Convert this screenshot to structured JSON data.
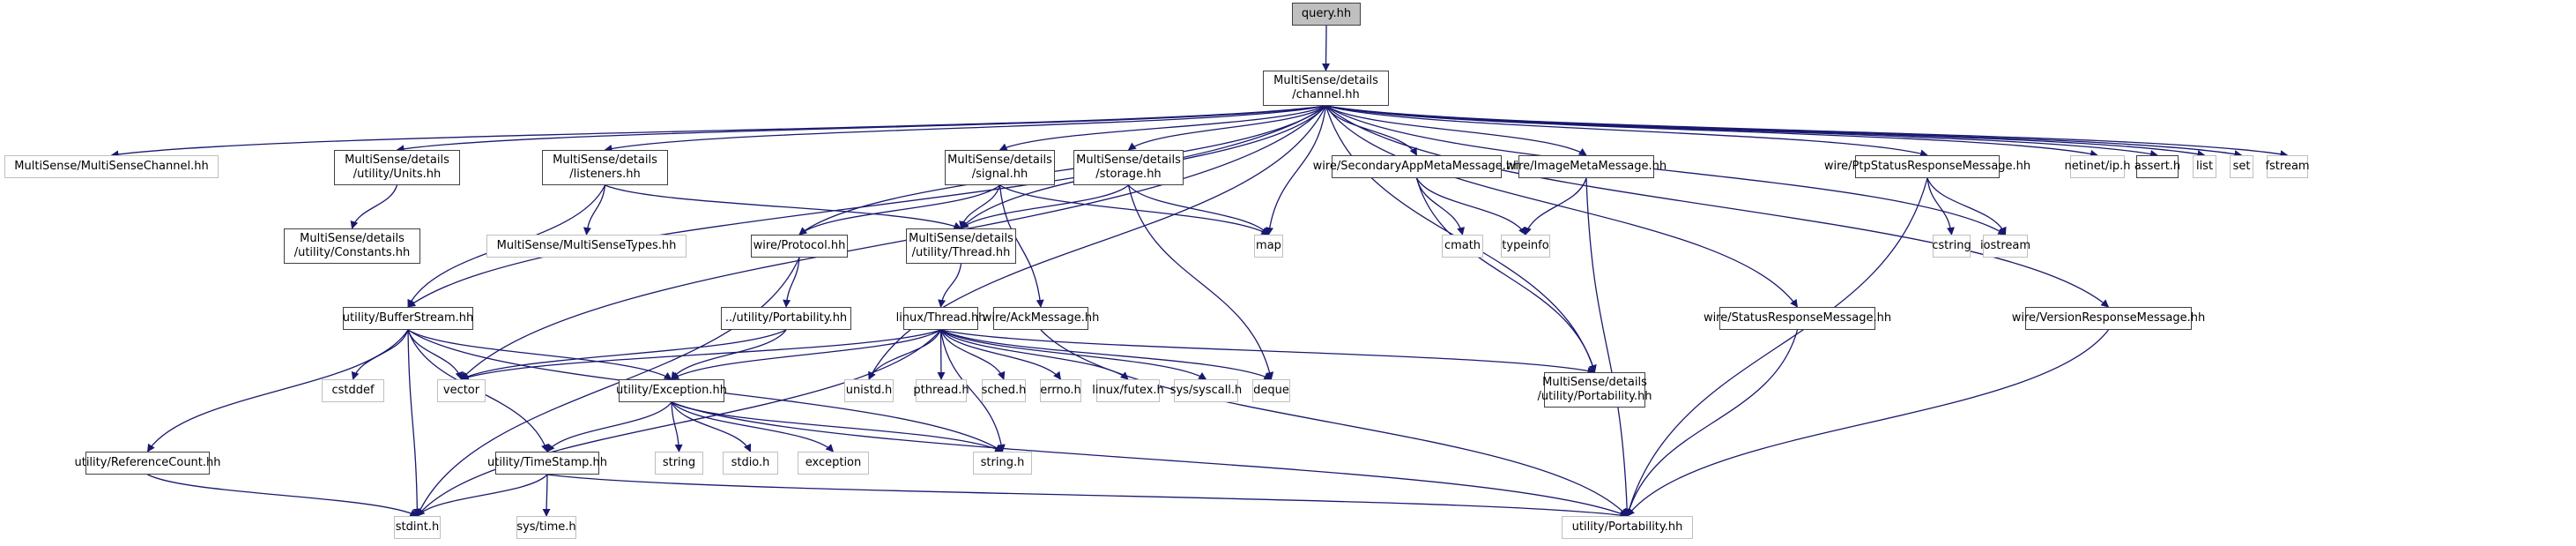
{
  "title": "Include dependency graph for query.hh",
  "colors": {
    "edge": "#191970",
    "root_fill": "#bfbfbf",
    "documented_border": "#404040",
    "external_border": "#bfbfbf"
  },
  "nodes": [
    {
      "id": "query",
      "label": "query.hh",
      "kind": "root"
    },
    {
      "id": "channel",
      "label": "MultiSense/details\n/channel.hh",
      "kind": "doc"
    },
    {
      "id": "mschannel",
      "label": "MultiSense/MultiSenseChannel.hh",
      "kind": "ext"
    },
    {
      "id": "units",
      "label": "MultiSense/details\n/utility/Units.hh",
      "kind": "doc"
    },
    {
      "id": "constants",
      "label": "MultiSense/details\n/utility/Constants.hh",
      "kind": "doc"
    },
    {
      "id": "listeners",
      "label": "MultiSense/details\n/listeners.hh",
      "kind": "doc"
    },
    {
      "id": "mstypes",
      "label": "MultiSense/MultiSenseTypes.hh",
      "kind": "ext"
    },
    {
      "id": "signal",
      "label": "MultiSense/details\n/signal.hh",
      "kind": "doc"
    },
    {
      "id": "storage",
      "label": "MultiSense/details\n/storage.hh",
      "kind": "doc"
    },
    {
      "id": "protocol",
      "label": "wire/Protocol.hh",
      "kind": "doc"
    },
    {
      "id": "uthread",
      "label": "MultiSense/details\n/utility/Thread.hh",
      "kind": "doc"
    },
    {
      "id": "map",
      "label": "map",
      "kind": "ext"
    },
    {
      "id": "secondary",
      "label": "wire/SecondaryAppMetaMessage.hh",
      "kind": "doc"
    },
    {
      "id": "imagemeta",
      "label": "wire/ImageMetaMessage.hh",
      "kind": "doc"
    },
    {
      "id": "cmath",
      "label": "cmath",
      "kind": "ext"
    },
    {
      "id": "typeinfo",
      "label": "typeinfo",
      "kind": "ext"
    },
    {
      "id": "ptpstatus",
      "label": "wire/PtpStatusResponseMessage.hh",
      "kind": "doc"
    },
    {
      "id": "cstring",
      "label": "cstring",
      "kind": "ext"
    },
    {
      "id": "iostream",
      "label": "iostream",
      "kind": "ext"
    },
    {
      "id": "netinet",
      "label": "netinet/ip.h",
      "kind": "ext"
    },
    {
      "id": "assert",
      "label": "assert.h",
      "kind": "doc"
    },
    {
      "id": "list",
      "label": "list",
      "kind": "ext"
    },
    {
      "id": "set",
      "label": "set",
      "kind": "ext"
    },
    {
      "id": "fstream",
      "label": "fstream",
      "kind": "ext"
    },
    {
      "id": "relport",
      "label": "../utility/Portability.hh",
      "kind": "doc"
    },
    {
      "id": "bufferstream",
      "label": "utility/BufferStream.hh",
      "kind": "doc"
    },
    {
      "id": "lthread",
      "label": "linux/Thread.hh",
      "kind": "doc"
    },
    {
      "id": "ack",
      "label": "wire/AckMessage.hh",
      "kind": "doc"
    },
    {
      "id": "statusresp",
      "label": "wire/StatusResponseMessage.hh",
      "kind": "doc"
    },
    {
      "id": "versionresp",
      "label": "wire/VersionResponseMessage.hh",
      "kind": "doc"
    },
    {
      "id": "cstddef",
      "label": "cstddef",
      "kind": "ext"
    },
    {
      "id": "vector",
      "label": "vector",
      "kind": "ext"
    },
    {
      "id": "exception_hh",
      "label": "utility/Exception.hh",
      "kind": "doc"
    },
    {
      "id": "unistd",
      "label": "unistd.h",
      "kind": "ext"
    },
    {
      "id": "pthread",
      "label": "pthread.h",
      "kind": "ext"
    },
    {
      "id": "sched",
      "label": "sched.h",
      "kind": "ext"
    },
    {
      "id": "errno",
      "label": "errno.h",
      "kind": "ext"
    },
    {
      "id": "futex",
      "label": "linux/futex.h",
      "kind": "ext"
    },
    {
      "id": "syscall",
      "label": "sys/syscall.h",
      "kind": "ext"
    },
    {
      "id": "deque",
      "label": "deque",
      "kind": "ext"
    },
    {
      "id": "msport",
      "label": "MultiSense/details\n/utility/Portability.hh",
      "kind": "doc"
    },
    {
      "id": "refcount",
      "label": "utility/ReferenceCount.hh",
      "kind": "doc"
    },
    {
      "id": "timestamp",
      "label": "utility/TimeStamp.hh",
      "kind": "doc"
    },
    {
      "id": "string",
      "label": "string",
      "kind": "ext"
    },
    {
      "id": "stdio",
      "label": "stdio.h",
      "kind": "ext"
    },
    {
      "id": "exception",
      "label": "exception",
      "kind": "ext"
    },
    {
      "id": "stringh",
      "label": "string.h",
      "kind": "ext"
    },
    {
      "id": "stdint",
      "label": "stdint.h",
      "kind": "ext"
    },
    {
      "id": "systime",
      "label": "sys/time.h",
      "kind": "ext"
    },
    {
      "id": "port",
      "label": "utility/Portability.hh",
      "kind": "ext"
    }
  ],
  "edges": [
    [
      "query",
      "channel"
    ],
    [
      "channel",
      "mschannel"
    ],
    [
      "channel",
      "units"
    ],
    [
      "channel",
      "listeners"
    ],
    [
      "channel",
      "signal"
    ],
    [
      "channel",
      "storage"
    ],
    [
      "channel",
      "protocol"
    ],
    [
      "channel",
      "uthread"
    ],
    [
      "channel",
      "map"
    ],
    [
      "channel",
      "secondary"
    ],
    [
      "channel",
      "imagemeta"
    ],
    [
      "channel",
      "ptpstatus"
    ],
    [
      "channel",
      "netinet"
    ],
    [
      "channel",
      "assert"
    ],
    [
      "channel",
      "list"
    ],
    [
      "channel",
      "set"
    ],
    [
      "channel",
      "fstream"
    ],
    [
      "channel",
      "bufferstream"
    ],
    [
      "channel",
      "vector"
    ],
    [
      "channel",
      "unistd"
    ],
    [
      "channel",
      "msport"
    ],
    [
      "channel",
      "statusresp"
    ],
    [
      "channel",
      "versionresp"
    ],
    [
      "channel",
      "iostream"
    ],
    [
      "units",
      "constants"
    ],
    [
      "listeners",
      "mstypes"
    ],
    [
      "listeners",
      "uthread"
    ],
    [
      "listeners",
      "bufferstream"
    ],
    [
      "signal",
      "protocol"
    ],
    [
      "signal",
      "uthread"
    ],
    [
      "signal",
      "map"
    ],
    [
      "signal",
      "ack"
    ],
    [
      "storage",
      "uthread"
    ],
    [
      "storage",
      "map"
    ],
    [
      "storage",
      "deque"
    ],
    [
      "protocol",
      "relport"
    ],
    [
      "protocol",
      "stdint"
    ],
    [
      "uthread",
      "lthread"
    ],
    [
      "secondary",
      "cmath"
    ],
    [
      "secondary",
      "typeinfo"
    ],
    [
      "secondary",
      "msport"
    ],
    [
      "imagemeta",
      "typeinfo"
    ],
    [
      "imagemeta",
      "port"
    ],
    [
      "ptpstatus",
      "cstring"
    ],
    [
      "ptpstatus",
      "iostream"
    ],
    [
      "ptpstatus",
      "port"
    ],
    [
      "relport",
      "vector"
    ],
    [
      "relport",
      "exception_hh"
    ],
    [
      "bufferstream",
      "cstddef"
    ],
    [
      "bufferstream",
      "vector"
    ],
    [
      "bufferstream",
      "exception_hh"
    ],
    [
      "bufferstream",
      "refcount"
    ],
    [
      "bufferstream",
      "timestamp"
    ],
    [
      "bufferstream",
      "stdint"
    ],
    [
      "bufferstream",
      "stringh"
    ],
    [
      "lthread",
      "unistd"
    ],
    [
      "lthread",
      "pthread"
    ],
    [
      "lthread",
      "sched"
    ],
    [
      "lthread",
      "errno"
    ],
    [
      "lthread",
      "futex"
    ],
    [
      "lthread",
      "syscall"
    ],
    [
      "lthread",
      "deque"
    ],
    [
      "lthread",
      "msport"
    ],
    [
      "lthread",
      "vector"
    ],
    [
      "lthread",
      "exception_hh"
    ],
    [
      "lthread",
      "stringh"
    ],
    [
      "lthread",
      "stdint"
    ],
    [
      "ack",
      "port"
    ],
    [
      "statusresp",
      "port"
    ],
    [
      "versionresp",
      "port"
    ],
    [
      "exception_hh",
      "timestamp"
    ],
    [
      "exception_hh",
      "string"
    ],
    [
      "exception_hh",
      "stdio"
    ],
    [
      "exception_hh",
      "exception"
    ],
    [
      "exception_hh",
      "stringh"
    ],
    [
      "exception_hh",
      "port"
    ],
    [
      "refcount",
      "stdint"
    ],
    [
      "timestamp",
      "stdint"
    ],
    [
      "timestamp",
      "systime"
    ],
    [
      "timestamp",
      "port"
    ]
  ]
}
